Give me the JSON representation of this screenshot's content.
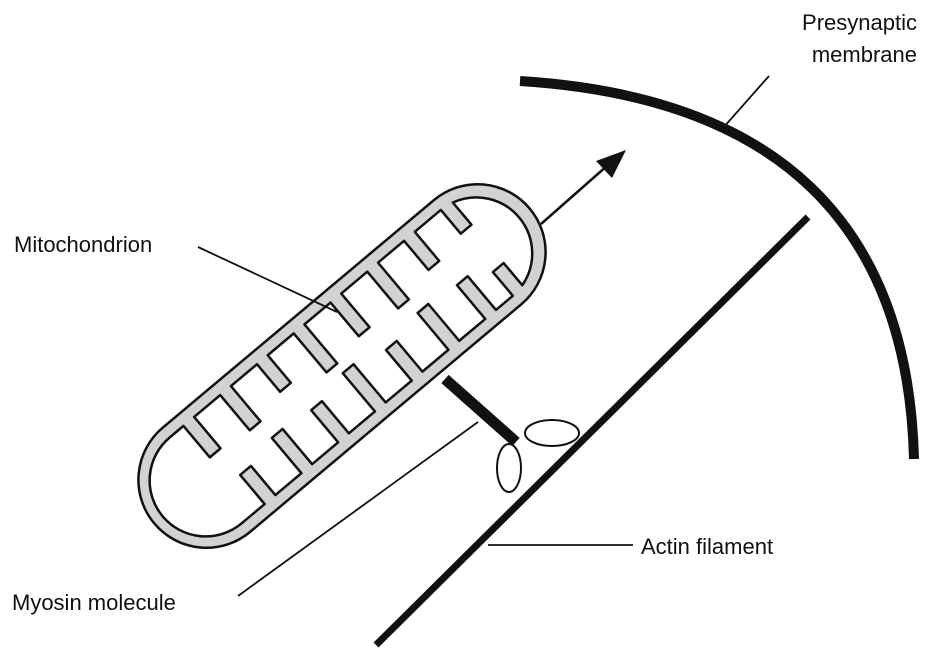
{
  "labels": {
    "presynaptic_line1": "Presynaptic",
    "presynaptic_line2": "membrane",
    "mitochondrion": "Mitochondrion",
    "actin": "Actin filament",
    "myosin": "Myosin molecule"
  },
  "colors": {
    "ink": "#111111",
    "mito_fill": "#d2d2d2",
    "background": "#ffffff"
  }
}
